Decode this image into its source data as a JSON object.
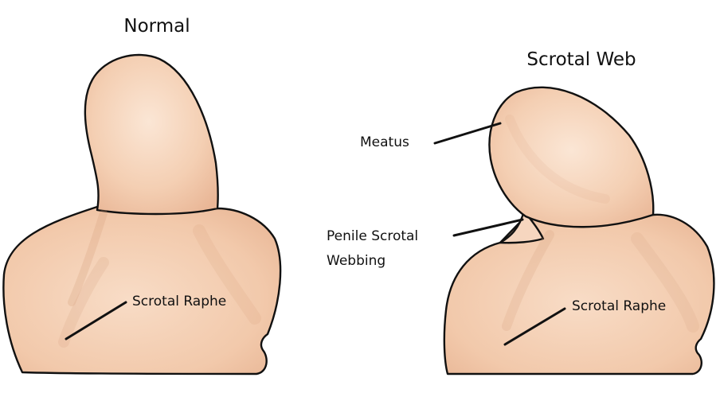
{
  "panels": [
    {
      "title": "Normal",
      "labels": {
        "scrotal_raphe": "Scrotal Raphe"
      }
    },
    {
      "title": "Scrotal Web",
      "labels": {
        "meatus": "Meatus",
        "webbing_line1": "Penile Scrotal",
        "webbing_line2": "Webbing",
        "scrotal_raphe": "Scrotal Raphe"
      }
    }
  ],
  "colors": {
    "skin": "#f3cdb1",
    "skin_light": "#fae3d0",
    "skin_shade": "#e4ae8c",
    "outline": "#111111"
  }
}
